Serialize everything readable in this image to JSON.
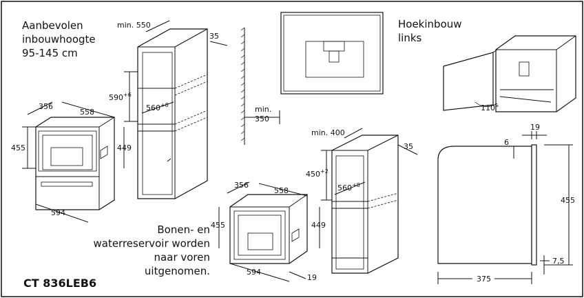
{
  "texts": {
    "recommended": [
      "Aanbevolen",
      "inbouwhoogte",
      "95-145 cm"
    ],
    "corner": [
      "Hoekinbouw",
      "links"
    ],
    "reservoir": [
      "Bonen- en",
      "waterreservoir worden",
      "naar voren",
      "uitgenomen."
    ],
    "model": "CT 836LEB6"
  },
  "dims": {
    "min550": "min. 550",
    "d35a": "35",
    "d590": "590",
    "d590sup": "+6",
    "d560a": "560",
    "d560asup": "+8",
    "min350a": "min.",
    "min350b": "350",
    "d356a": "356",
    "d558a": "558",
    "d455a": "455",
    "d449a": "449",
    "d594a": "594",
    "min400": "min. 400",
    "d35b": "35",
    "d450": "450",
    "d450sup": "+2",
    "d560b": "560",
    "d560bsup": "+8",
    "d356b": "356",
    "d558b": "558",
    "d455b": "455",
    "d449b": "449",
    "d594b": "594",
    "d19a": "19",
    "d110": "110°",
    "d19b": "19",
    "d6": "6",
    "d455c": "455",
    "d75": "7,5",
    "d375": "375"
  }
}
